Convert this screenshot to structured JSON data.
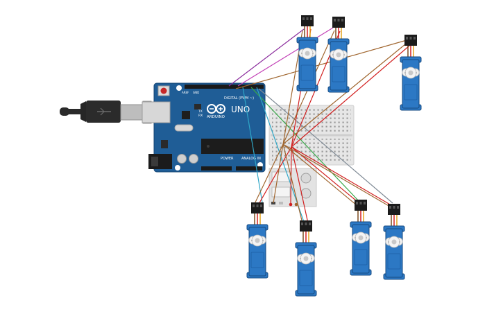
{
  "board": {
    "logo_text": "ARDUINO",
    "model": "UNO",
    "digital_label": "DIGITAL (PWM ~)",
    "power_label": "POWER",
    "analog_label": "ANALOG IN",
    "tx_label": "TX",
    "rx_label": "RX",
    "aref_label": "AREF",
    "gnd_label": "GND"
  },
  "colors": {
    "board": "#1f5d96",
    "servo": "#2c78c4",
    "breadboard": "#e6e6e6",
    "cable": "#2a2a2a",
    "wire_red": "#d21f1f",
    "wire_brown": "#a0662f",
    "wire_purple": "#8a2b9c",
    "wire_magenta": "#c23fb5",
    "wire_green": "#3aa84a",
    "wire_teal": "#2fa7c7",
    "wire_gray": "#7f8a95"
  },
  "icons": {
    "usb_cable": "usb-plug-icon",
    "servo": "servo-motor-icon",
    "potentiometer": "potentiometer-icon"
  }
}
